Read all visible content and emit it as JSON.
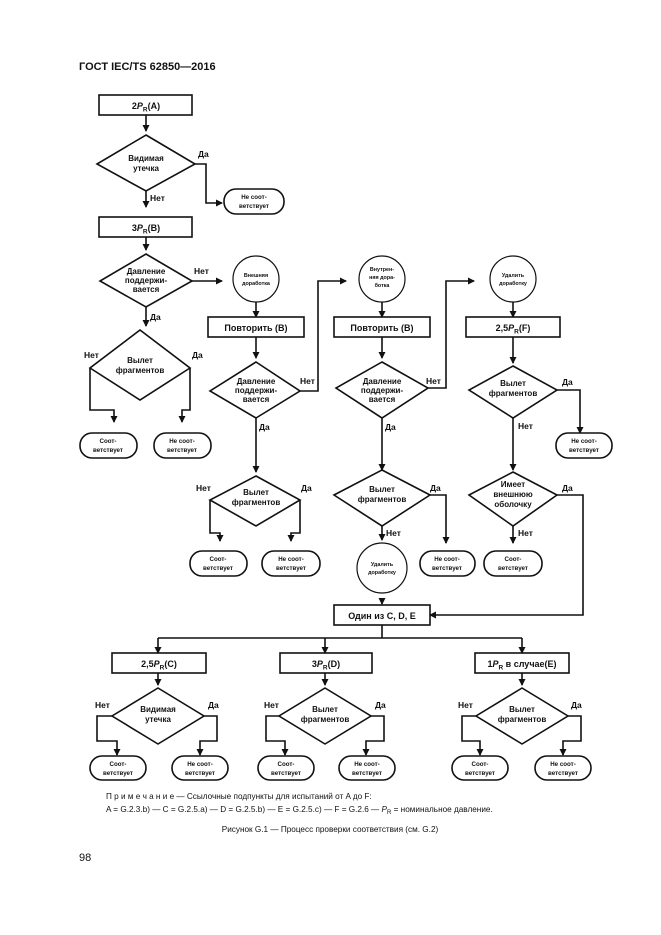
{
  "header": {
    "standard": "ГОСТ IEC/TS 62850—2016"
  },
  "page_number": "98",
  "labels": {
    "yes": "Да",
    "no": "Нет"
  },
  "nodes": {
    "top_box": "2P_R(A)",
    "d_leak": [
      "Видимая",
      "утечка"
    ],
    "r_noncomp": [
      "Не соот-",
      "ветствует"
    ],
    "box_b": "3P_R(B)",
    "d_pressure": [
      "Давление",
      "поддержи-",
      "вается"
    ],
    "c_ext": [
      "Внешняя",
      "доработка"
    ],
    "c_int": [
      "Внутрен-",
      "няя дора-",
      "ботка"
    ],
    "c_remove": [
      "Удалить",
      "доработку"
    ],
    "c_remove2": [
      "Удалить",
      "доработку"
    ],
    "repeat_b": "Повторить (B)",
    "box_f": "2,5P_R(F)",
    "d_frag": [
      "Вылет",
      "фрагментов"
    ],
    "d_shell": [
      "Имеет",
      "внешнюю",
      "оболочку"
    ],
    "r_comp": [
      "Соот-",
      "ветствует"
    ],
    "one_of": "Один из C, D, E",
    "box_c": "2,5P_R(C)",
    "box_d": "3P_R(D)",
    "box_e": "1P_R в случае(E)"
  },
  "note": {
    "prefix": "П р и м е ч а н и е",
    "line1": " — Ссылочные подпункты для испытаний от A до F:",
    "line2": "A = G.2.3.b) — C = G.2.5.a) — D = G.2.5.b) — E = G.2.5.c) — F = G.2.6 — P_R = номинальное давление."
  },
  "caption": "Рисунок G.1 — Процесс проверки соответствия (см. G.2)"
}
